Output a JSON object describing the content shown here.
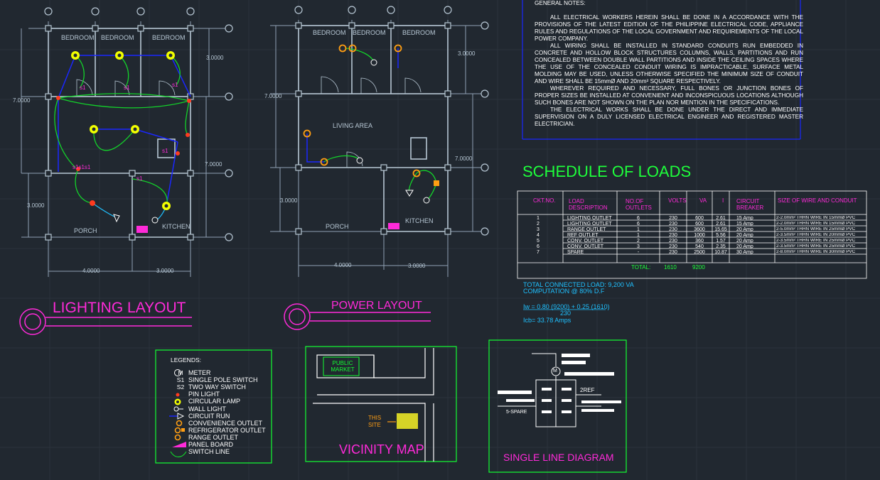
{
  "colors": {
    "background": "#212830",
    "walls": "#b7c7d4",
    "dimension": "#8fa1b3",
    "title_magenta": "#ff2ad9",
    "schedule_title": "#1eff3b",
    "circuit_blue": "#1a27ff",
    "switch_line": "#13d32a",
    "cyan": "#1fc1ff",
    "outlet_orange": "#ff9e13",
    "lamp_yellow": "#f2ff00",
    "frame_green": "#13ff32",
    "wire_red": "#ff3b1f"
  },
  "lighting_layout": {
    "title": "LIGHTING LAYOUT",
    "rooms": {
      "bedroom1": "BEDROOM",
      "bedroom2": "BEDROOM",
      "bedroom3": "BEDROOM",
      "porch": "PORCH",
      "kitchen": "KITCHEN"
    },
    "dims": {
      "top_right": "3.0000",
      "left": "7.0000",
      "right": "7.0000",
      "left_low": "3.0000",
      "bottom_left": "4.0000",
      "bottom_right": "3.0000"
    },
    "switch_labels": {
      "s1a": "s1",
      "s1b": "s1",
      "s1c": "s1",
      "s1d": "s1",
      "s1e": "s1",
      "multi": "s1s1s1"
    }
  },
  "power_layout": {
    "title": "POWER LAYOUT",
    "rooms": {
      "bedroom1": "BEDROOM",
      "bedroom2": "BEDROOM",
      "bedroom3": "BEDROOM",
      "living": "LIVING AREA",
      "porch": "PORCH",
      "kitchen": "KITCHEN"
    },
    "dims": {
      "top_right": "3.0000",
      "left": "7.0000",
      "right": "7.0000",
      "left_low": "3.0000",
      "bottom_left": "4.0000",
      "bottom_right": "3.0000"
    }
  },
  "general_notes": {
    "heading": "GENERAL NOTES:",
    "paragraphs": [
      "ALL ELECTRICAL WORKERS HEREIN SHALL BE DONE IN A ACCORDANCE WITH THE PROVISIONS OF THE LATEST EDITION OF THE PHILIPPINE ELECTRICAL CODE, APPLIANCE RULES AND REGULATIONS OF THE LOCAL GOVERNMENT AND REQUIREMENTS OF THE LOCAL POWER COMPANY.",
      "ALL WIRING SHALL BE INSTALLED IN STANDARD CONDUITS RUN EMBEDDED IN CONCRETE AND HOLLOW BLOCK STRUCTURES COLUMNS, WALLS, PARTITIONS AND RUN CONCEALED BETWEEN DOUBLE WALL PARTITIONS AND INSIDE THE CEILING SPACES WHERE THE USE OF THE CONCEALED CONDUIT WIRING IS IMPRACTICABLE, SURFACE METAL MOLDING MAY BE USED, UNLESS OTHERWISE SPECIFIED THE MINIMUM SIZE OF CONDUIT AND WIRE SHALL BE 15mmØ AND 20mm² SQUARE RESPECTIVELY.",
      "WHEREVER REQUIRED AND NECESSARY, FULL BONES OR JUNCTION BONES OF PROPER SIZES BE INSTALLED AT CONVENIENT AND INCONSPICUOUS LOCATIONS ALTHOUGH SUCH BONES ARE NOT SHOWN ON THE PLAN NOR MENTION IN THE SPECIFICATIONS.",
      "THE ELECTRICAL WORKS SHALL BE DONE UNDER THE DIRECT AND IMMEDIATE SUPERVISION ON A DULY LICENSED ELECTRICAL ENGINEER AND REGISTERED MASTER ELECTRICIAN."
    ]
  },
  "schedule": {
    "title": "SCHEDULE OF LOADS",
    "headers": [
      "CKT.NO.",
      "LOAD DESCRIPTION",
      "NO.OF OUTLETS",
      "VOLTS",
      "VA",
      "I",
      "CIRCUIT BREAKER",
      "SIZE OF WIRE AND CONDUIT"
    ],
    "rows": [
      [
        "1",
        "LIGHTING OUTLET",
        "6",
        "230",
        "600",
        "2.61",
        "15 Amp",
        "2-2.0mm² THHN WIRE IN 15mmØ PVC"
      ],
      [
        "2",
        "LIGHTING OUTLET",
        "6",
        "230",
        "600",
        "2.61",
        "15 Amp",
        "2-2.0mm² THHN WIRE IN 15mmØ PVC"
      ],
      [
        "3",
        "RANGE OUTLET",
        "1",
        "230",
        "3600",
        "15.65",
        "20 Amp",
        "2-5.0mm² THHN WIRE IN 25mmØ PVC"
      ],
      [
        "4",
        "REF OUTLET",
        "1",
        "230",
        "1000",
        "5.56",
        "20 Amp",
        "2-3.5mm² THHN WIRE IN 20mmØ PVC"
      ],
      [
        "5",
        "CONV. OUTLET",
        "2",
        "230",
        "360",
        "1.57",
        "20 Amp",
        "2-3.5mm² THHN WIRE IN 25mmØ PVC"
      ],
      [
        "6",
        "CONV. OUTLET",
        "3",
        "230",
        "540",
        "2.35",
        "20 Amp",
        "2-3.5mm² THHN WIRE IN 25mmØ PVC"
      ],
      [
        "7",
        "SPARE",
        "-",
        "230",
        "2500",
        "10.87",
        "30 Amp",
        "2-8.0mm² THHN WIRE IN 30mmØ PVC"
      ]
    ],
    "total_label": "TOTAL:",
    "total_outlets": "1610",
    "total_va": "9200"
  },
  "computation": {
    "line1": "TOTAL CONNECTED LOAD: 9,200 VA",
    "line2": "COMPUTATION @ 80% D.F",
    "formula": "Iw = 0.80 (9200) + 0.25 (1610)",
    "denominator": "230",
    "result": "Icb= 33.78 Amps"
  },
  "legends": {
    "title": "LEGENDS:",
    "items": [
      {
        "symbol": "M",
        "label": "METER"
      },
      {
        "symbol": "S1",
        "label": "SINGLE POLE SWITCH"
      },
      {
        "symbol": "S2",
        "label": "TWO WAY SWITCH"
      },
      {
        "symbol": "pin-light",
        "label": "PIN LIGHT"
      },
      {
        "symbol": "circular-lamp",
        "label": "CIRCULAR LAMP"
      },
      {
        "symbol": "wall-light",
        "label": "WALL LIGHT"
      },
      {
        "symbol": "circuit-run",
        "label": "CIRCUIT RUN"
      },
      {
        "symbol": "convenience-outlet",
        "label": "CONVENIENCE OUTLET"
      },
      {
        "symbol": "refrigerator-outlet",
        "label": "REFRIGERATOR OUTLET"
      },
      {
        "symbol": "range-outlet",
        "label": "RANGE OUTLET"
      },
      {
        "symbol": "panel-board",
        "label": "PANEL BOARD"
      },
      {
        "symbol": "switch-line",
        "label": "SWITCH LINE"
      }
    ]
  },
  "vicinity": {
    "title": "VICINITY MAP",
    "public_market": "PUBLIC MARKET",
    "this_site": "THIS SITE"
  },
  "single_line": {
    "title": "SINGLE LINE DIAGRAM",
    "meter": "M",
    "label_2ref": "2REF",
    "label_spare": "5-SPARE"
  }
}
